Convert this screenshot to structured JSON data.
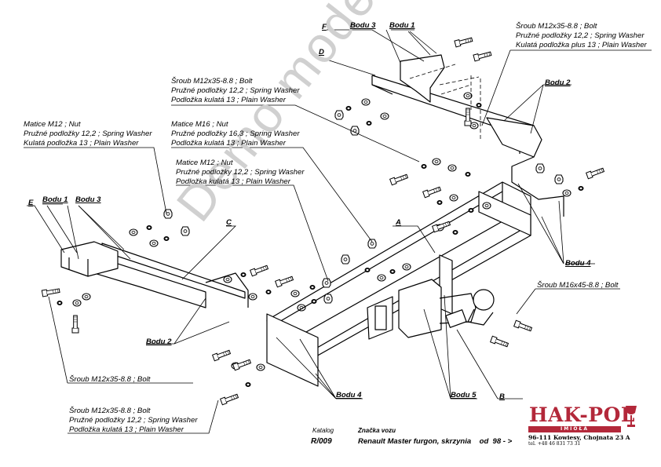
{
  "watermark": "Demo mode",
  "parts": {
    "A": "A",
    "B": "B",
    "C": "C",
    "D": "D",
    "E": "E",
    "F": "F"
  },
  "labels": {
    "bodu1": "Bodu 1",
    "bodu2": "Bodu 2",
    "bodu3": "Bodu 3",
    "bodu4": "Bodu 4",
    "bodu5": "Bodu 5"
  },
  "callouts": {
    "top_right": [
      "Šroub M12x35-8.8 ;  Bolt",
      "Pružné podložky 12,2 ; Spring Washer",
      "Kulatá podložka plus 13 ; Plain Washer"
    ],
    "top_center": [
      "Šroub M12x35-8.8 ;  Bolt",
      "Pružné podložky  12,2 ; Spring Washer",
      "Podložka kulatá 13 ; Plain Washer"
    ],
    "left_nut": [
      "Matice  M12 ; Nut",
      "Pružné podložky 12,2 ; Spring Washer",
      "Kulatá podložka  13 ; Plain Washer"
    ],
    "center_nut16": [
      "Matice  M16 ; Nut",
      "Pružné podložky 16,3 ; Spring Washer",
      "Podložka kulatá 13 ; Plain Washer"
    ],
    "center_nut12": [
      "Matice  M12 ; Nut",
      "Pružné podložky 12,2 ; Spring Washer",
      "Podložka kulatá 13 ; Plain Washer"
    ],
    "bolt_m16": "Šroub M16x45-8.8 ;  Bolt",
    "bolt_left": "Šroub M12x35-8.8 ;  Bolt",
    "bottom_left": [
      "Šroub M12x35-8.8 ;  Bolt",
      "Pružné podložky 12,2 ; Spring Washer",
      "Podložka kulatá 13 ; Plain Washer"
    ]
  },
  "footer": {
    "katalog_label": "Katalog",
    "katalog_value": "R/009",
    "vehicle_label": "Značka vozu",
    "vehicle_value": "Renault Master furgon, skrzynia    od  98 - >"
  },
  "brand": {
    "name": "HAK-POL",
    "sub": "IMIOŁA",
    "address": "96-111 Kowiesy, Chojnata 23 A",
    "tel": "tel. +48 46 831 73 31",
    "color": "#b3283a"
  }
}
